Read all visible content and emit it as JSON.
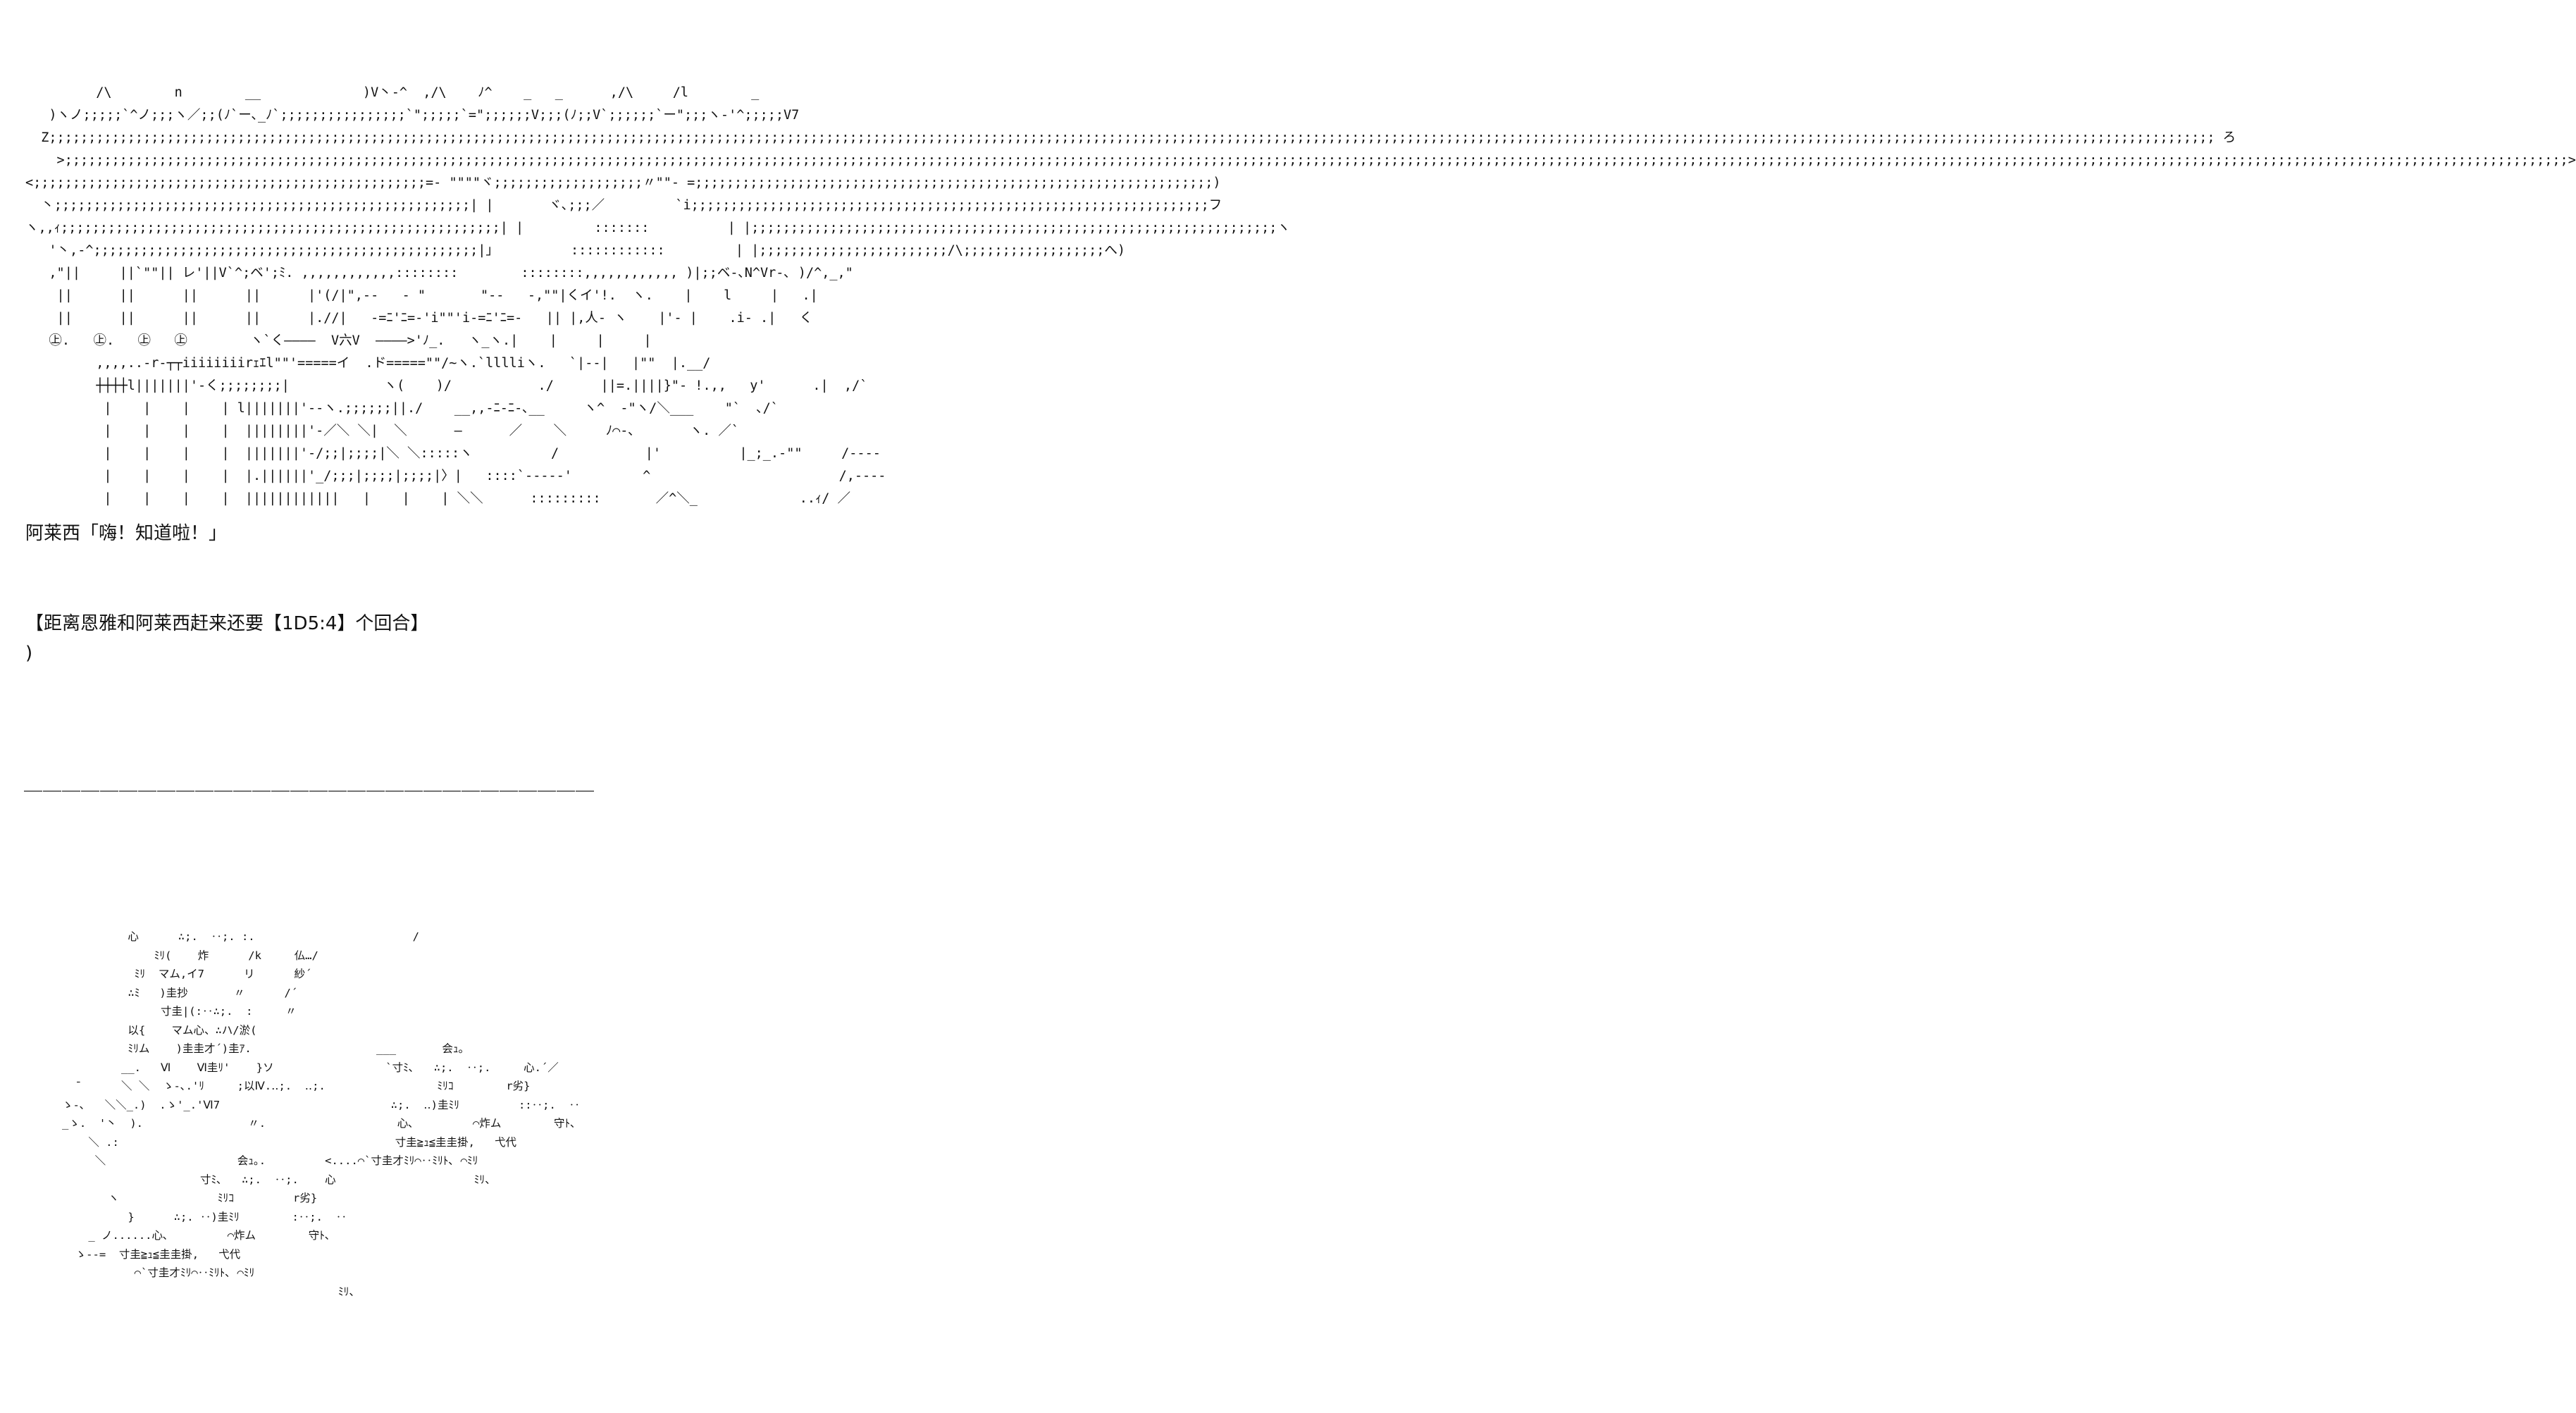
{
  "art_top": "         /\\        n        __             )V丶‐^  ,/\\    ﾉ^    _   _      ,/\\     /l        _\n   )ヽノ;;;;;`^ノ;;;ヽ／;;(ﾉ`ー､_ﾉ`;;;;;;;;;;;;;;;;`\";;;;;`=\";;;;;;V;;;(ﾉ;;V`;;;;;;`ー\";;;ヽ‐'^;;;;;V7\n  Z;;;;;;;;;;;;;;;;;;;;;;;;;;;;;;;;;;;;;;;;;;;;;;;;;;;;;;;;;;;;;;;;;;;;;;;;;;;;;;;;;;;;;;;;;;;;;;;;;;;;;;;;;;;;;;;;;;;;;;;;;;;;;;;;;;;;;;;;;;;;;;;;;;;;;;;;;;;;;;;;;;;;;;;;;;;;;;;;;;;;;;;;;;;;;;;;;;;;;;;;;;;;;;;;;;;;;;;;;;;;;;;;;;;;;;;;;;;;;;;;;;;;;;;;;;;;;;;;;;;;;;;;;;;;;;;;;;;; ろ\n    >;;;;;;;;;;;;;;;;;;;;;;;;;;;;;;;;;;;;;;;;;;;;;;;;;;;;;;;;;;;;;;;;;;;;;;;;;;;;;;;;;;;;;;;;;;;;;;;;;;;;;;;;;;;;;;;;;;;;;;;;;;;;;;;;;;;;;;;;;;;;;;;;;;;;;;;;;;;;;;;;;;;;;;;;;;;;;;;;;;;;;;;;;;;;;;;;;;;;;;;;;;;;;;;;;;;;;;;;;;;;;;;;;;;;;;;;;;;;;;;;;;;;;;;;;;;;;;;;;;;;;;;;;;;;;;;;;;;;;;;;;;;;;;;;;;;;;;;;;;;;;;;;;;;;;;;;;;;;;;;>\n<;;;;;;;;;;;;;;;;;;;;;;;;;;;;;;;;;;;;;;;;;;;;;;;;;;=‐ \"\"\"\"ヾ;;;;;;;;;;;;;;;;;;;〃\"\"‐ =;;;;;;;;;;;;;;;;;;;;;;;;;;;;;;;;;;;;;;;;;;;;;;;;;;;;;;;;;;;;;;;;;;)\n  丶;;;;;;;;;;;;;;;;;;;;;;;;;;;;;;;;;;;;;;;;;;;;;;;;;;;;;| |       ヾ､;;;／         `i;;;;;;;;;;;;;;;;;;;;;;;;;;;;;;;;;;;;;;;;;;;;;;;;;;;;;;;;;;;;;;;;;;フ\nヽ,,ｨ;;;;;;;;;;;;;;;;;;;;;;;;;;;;;;;;;;;;;;;;;;;;;;;;;;;;;;;;| |         :::::::          | |;;;;;;;;;;;;;;;;;;;;;;;;;;;;;;;;;;;;;;;;;;;;;;;;;;;;;;;;;;;;;;;;;;;ヽ\n   '丶,‐^;;;;;;;;;;;;;;;;;;;;;;;;;;;;;;;;;;;;;;;;;;;;;;;;;|｣          ::::::::::::         | |;;;;;;;;;;;;;;;;;;;;;;;;/\\;;;;;;;;;;;;;;;;;;へ)\n   ,\"||     ||`\"\"|| レ'||V`^;ベ';ﾐ. ,,,,,,,,,,,,::::::::        ::::::::,,,,,,,,,,,, )|;;ベ‐､N^Vr‐､ )/^,_,\"\n    ||      ||      ||      ||      |'(/|\",-‐   ‐ \"       \"‐‐   ‐,\"\"|くイ'!.  ヽ.    |    l     |   .|\n    ||      ||      ||      ||      |.//|   ‐=ﾆ'ﾆ=‐'i\"\"'i‐=ﾆ'ﾆ=‐   || |,人‐ ヽ    |'‐ |    .i‐ .|   く\n   ㊤.   ㊤.   ㊤   ㊤        ヽ`く――――  V六V  ――――>'ﾉ_.   ヽ_ヽ.|    |     |     |\n         ,,,,..‐r‐┬┬iiiiiiiirｪｴl\"\"'=====イ  .ド=====\"\"/~ヽ.`lllliヽ.   `|‐‐|   |\"\"  |.__/\n         ┼┼┼┼l|||||||'‐く;;;;;;;;|            ヽ(    )/           ./      ||=.||||}\"‐ !.,,   y'      .|  ,/`\n          |    |    |    | l|||||||'‐‐ヽ.;;;;;;||./    __,,-ﾆ-ﾆ-､__     ヽ^  ‐\"ヽ/＼___    \"`  ､/`\n          |    |    |    |  ||||||||'‐／＼ ＼|  ＼      ―      ／    ＼     ﾉ⌒‐､       ヽ. ／`\n          |    |    |    |  |||||||'‐/;;|;;;;|＼ ＼:::::ヽ          /           |'          |_;_.-\"\"     /‐‐‐‐\n          |    |    |    |  |.||||||'_/;;;|;;;;|;;;;|〉|   ::::`‐‐‐‐‐'         ^                        /,‐‐‐‐\n          |    |    |    |  ||||||||||||   |    |    | ＼＼      :::::::::       ／^＼_             ..ｨ/ ／",
  "caption": "阿莱西「嗨！知道啦！」",
  "status_line": "【距离恩雅和阿莱西赶来还要【1D5:4】个回合】",
  "paren_line": ")",
  "divider": "＿＿＿＿＿＿＿＿＿＿＿＿＿＿＿＿＿＿＿＿＿＿＿＿＿＿＿＿＿＿",
  "art_bottom": "          心      ∴;.  ‥;. :.                        /\n              ﾐﾘ(    炸      /k     仏…/\n           ﾐﾘ  マム,イ7      リ      紗´\n          ∴ﾐ   )圭抄       〃      /´\n               寸圭|(:‥∴;.  :     〃\n          以{    マム心、∴ハ/淤(\n          ﾐﾘム    )圭圭才´)圭ｱ.                   ___       会ｭ｡\n         __.   Ⅵ    Ⅵ圭ﾘ'    }ソ                 `寸ﾐ､   ∴;.  ‥;.     心.´／\n  ¯      ＼ ＼  ゝ‐､.'ﾘ     ;以Ⅳ.‥;.  ‥;.                 ﾐﾘｺ        r劣}\nゝ‐､   ＼＼_.)  .ゝ'_.'Ⅵ7                          ∴;.  ‥)圭ﾐﾘ         ::‥;.  ‥\n_ゝ.  '丶  ).                〃.                    心､         ⌒炸ム        守ﾄ､\n    ＼ .:                                          寸圭≧ｭ≦圭圭掛,   弋代\n     ＼                    会ｭ｡.         <....⌒`寸圭才ﾐﾘ⌒‥ﾐﾘﾄ､ ⌒ﾐﾘ\n                     寸ﾐ､   ∴;.  ‥;.    心                     ﾐﾘ、\n       ヽ               ﾐﾘｺ         r劣}\n          }      ∴;. ‥)圭ﾐﾘ        :‥;.  ‥\n    _ ノ......心､         ⌒炸ム        守ﾄ､\n  ゝ‐‐=  寸圭≧ｭ≦圭圭掛,   弋代\n           ⌒`寸圭才ﾐﾘ⌒‥ﾐﾘﾄ､ ⌒ﾐﾘ\n                                          ﾐﾘ、"
}
